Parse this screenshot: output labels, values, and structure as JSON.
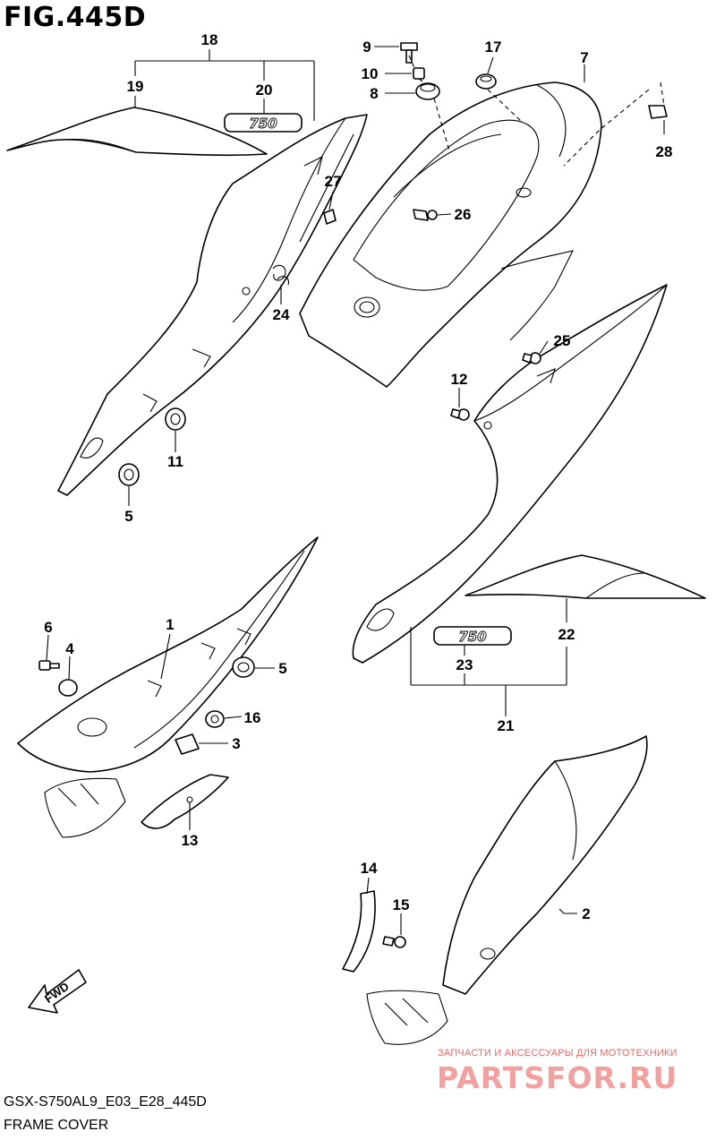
{
  "header": {
    "title": "FIG.445D"
  },
  "footer": {
    "code": "GSX-S750AL9_E03_E28_445D",
    "name": "FRAME COVER"
  },
  "watermark": {
    "tagline": "ЗАПЧАСТИ И АКСЕССУАРЫ ДЛЯ МОТОТЕХНИКИ",
    "brand": "PARTSFOR.RU",
    "color": "#f2a0a0"
  },
  "fwd_label": "FWD",
  "badge_text": "750",
  "callouts": {
    "c1": "1",
    "c2": "2",
    "c3": "3",
    "c4": "4",
    "c5a": "5",
    "c5b": "5",
    "c6": "6",
    "c7": "7",
    "c8": "8",
    "c9": "9",
    "c10": "10",
    "c11": "11",
    "c12": "12",
    "c13": "13",
    "c14": "14",
    "c15": "15",
    "c16": "16",
    "c17": "17",
    "c18": "18",
    "c19": "19",
    "c20": "20",
    "c21": "21",
    "c22": "22",
    "c23": "23",
    "c24": "24",
    "c25": "25",
    "c26": "26",
    "c27": "27",
    "c28": "28"
  }
}
